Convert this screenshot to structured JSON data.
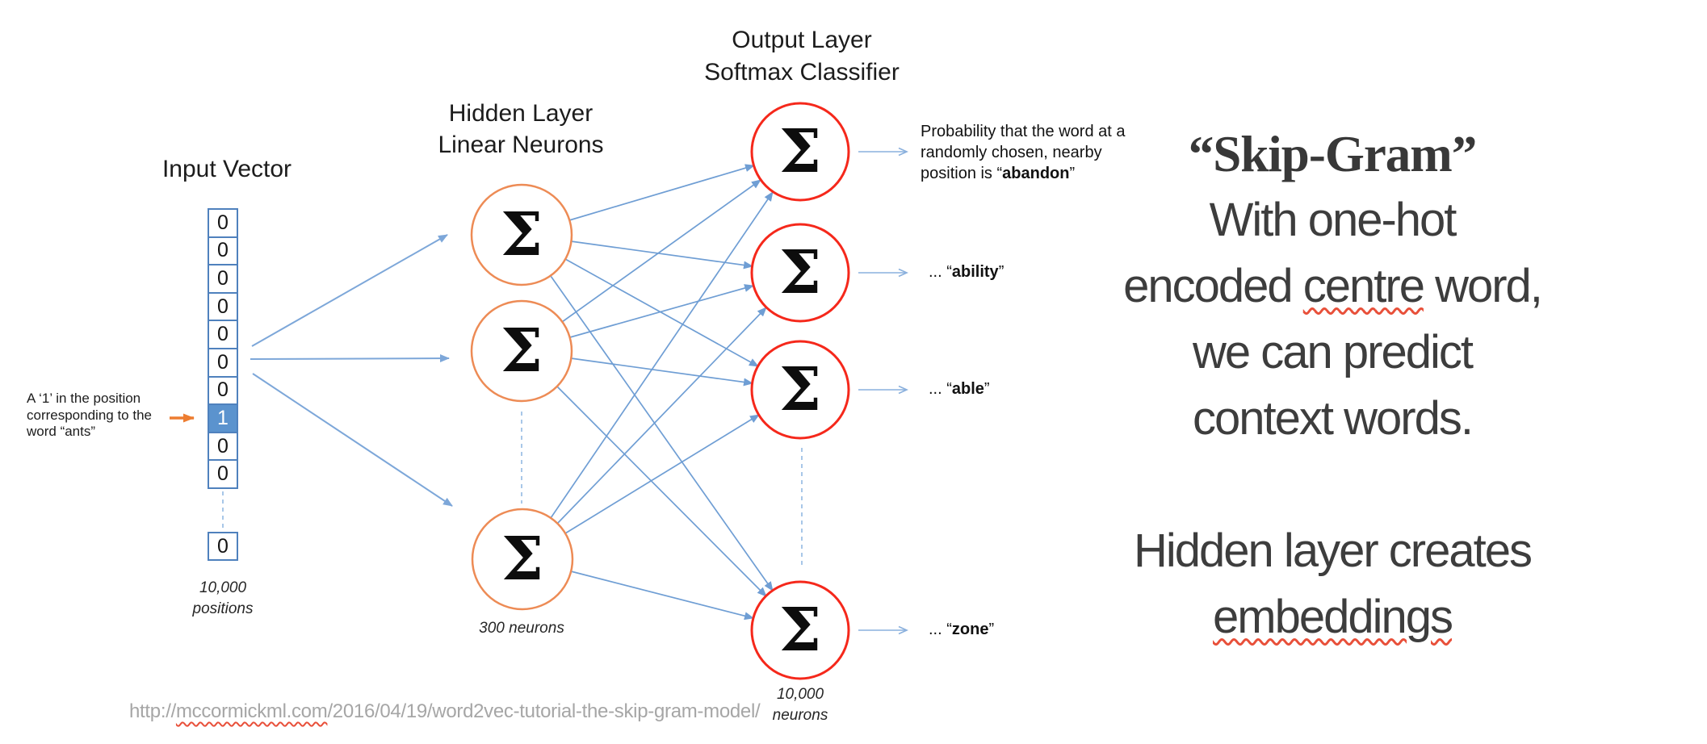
{
  "slide": {
    "sigma": "Σ",
    "input": {
      "title": "Input Vector",
      "cells": [
        "0",
        "0",
        "0",
        "0",
        "0",
        "0",
        "0",
        "1",
        "0",
        "0"
      ],
      "tail_cell": "0",
      "size_label_l1": "10,000",
      "size_label_l2": "positions",
      "annotation_l1": "A ‘1’ in the position",
      "annotation_l2": "corresponding to the",
      "annotation_l3": "word “ants”"
    },
    "hidden": {
      "title_l1": "Hidden Layer",
      "title_l2": "Linear Neurons",
      "size_label": "300 neurons"
    },
    "output": {
      "title_l1": "Output Layer",
      "title_l2": "Softmax Classifier",
      "size_label_l1": "10,000",
      "size_label_l2": "neurons",
      "prob_l1": "Probability that the word at a",
      "prob_l2": "randomly chosen, nearby",
      "prob_l3_pre": "position is “",
      "prob_l3_word": "abandon",
      "prob_l3_suf": "”",
      "labels": [
        {
          "pre": "... “",
          "word": "ability",
          "suf": "”"
        },
        {
          "pre": "... “",
          "word": "able",
          "suf": "”"
        },
        {
          "pre": "... “",
          "word": "zone",
          "suf": "”"
        }
      ]
    },
    "footer": {
      "url_pre": "http://",
      "url_domain": "mccormickml.com",
      "url_path": "/2016/04/19/word2vec-tutorial-the-skip-gram-model/"
    },
    "aside": {
      "l1": "“Skip-Gram”",
      "l2": "With one-hot",
      "l3_pre": "encoded ",
      "l3_wavy": "centre",
      "l3_suf": " word,",
      "l4": "we can predict",
      "l5": "context words.",
      "l6": "Hidden layer creates",
      "l7_wavy": "embeddings"
    },
    "colors": {
      "vector_border": "#4f81bd",
      "vector_highlight": "#5b93ce",
      "hidden_circle": "#ED8B55",
      "output_circle": "#F5281B",
      "arrow_blue": "#7da7d9",
      "connection_blue": "#6f9ed4",
      "dashed_blue": "#a8c7e8",
      "annotation_arrow_orange": "#ED7D31",
      "url_gray": "#a6a6a6",
      "squiggle_red": "#E8503A",
      "aside_text": "#3d3d3d"
    }
  }
}
